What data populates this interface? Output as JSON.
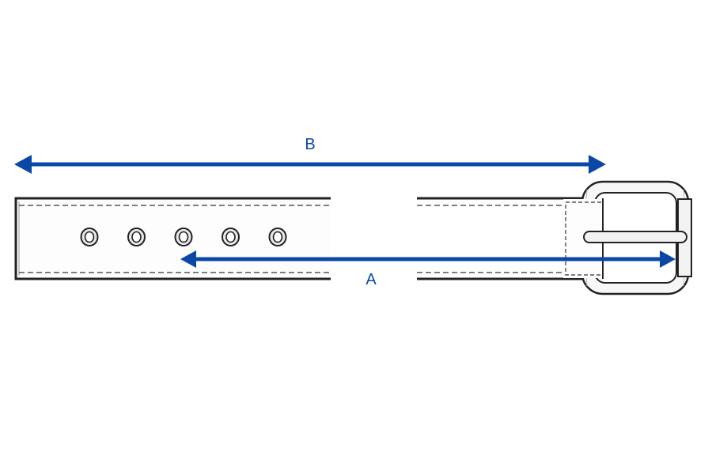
{
  "diagram": {
    "subject": "belt",
    "dimension_b_label": "B",
    "dimension_a_label": "A",
    "hole_count": 5,
    "colors": {
      "dimension_arrow": "#0a47a6",
      "outline": "#222222",
      "stitching": "#333333",
      "background": "#ffffff"
    }
  }
}
